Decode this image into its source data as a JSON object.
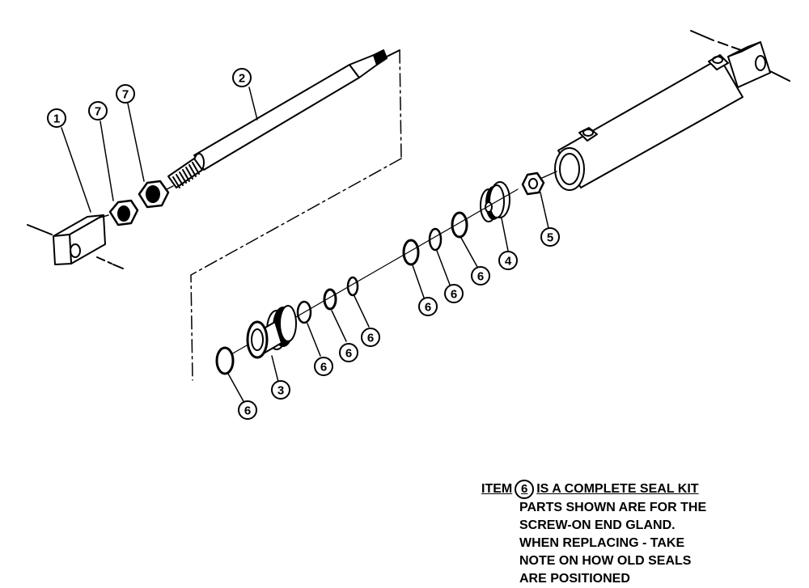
{
  "callouts": {
    "rod_end": "1",
    "piston_rod": "2",
    "end_gland": "3",
    "piston": "4",
    "lock_nut": "5",
    "seal": "6",
    "jam_nut": "7"
  },
  "note": {
    "prefix": "ITEM",
    "item": "6",
    "suffix": "IS A COMPLETE SEAL KIT",
    "lines": [
      "PARTS SHOWN ARE FOR THE",
      "SCREW-ON END GLAND.",
      "WHEN REPLACING - TAKE",
      "NOTE ON HOW OLD SEALS",
      "ARE POSITIONED"
    ]
  }
}
